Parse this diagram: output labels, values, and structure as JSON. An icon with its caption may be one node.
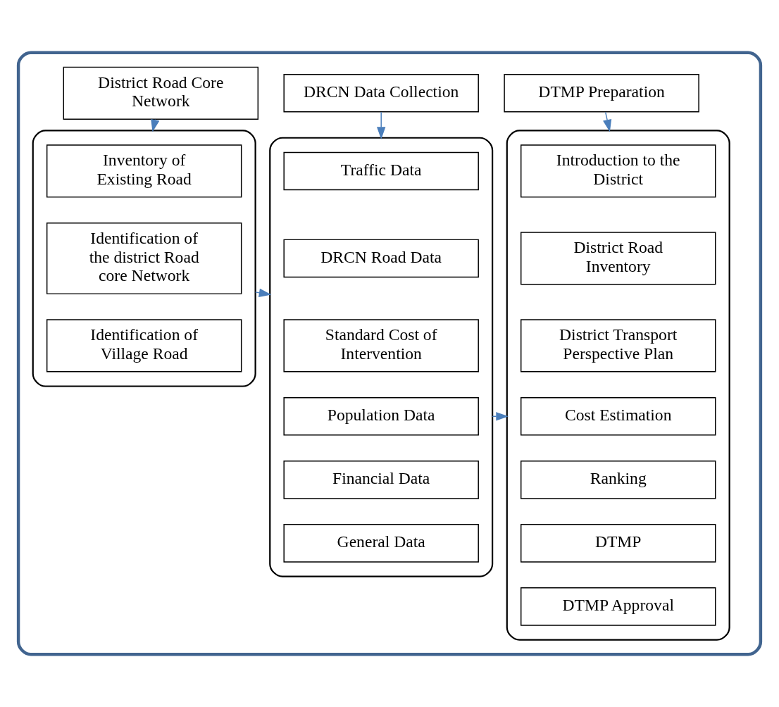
{
  "diagram": {
    "nodes": [
      {
        "text": [],
        "shape": "box"
      },
      {
        "text": [
          "District Road Core Network"
        ],
        "in": 0
      },
      {
        "text": [
          "DRCN Data Collection"
        ],
        "in": 0
      },
      {
        "text": [
          "DTMP Preparation"
        ],
        "in": 0
      },
      {
        "text": [],
        "shape": "box",
        "in": 0
      },
      {
        "text": [
          "Inventory of Existing Road"
        ],
        "in": 4
      },
      {
        "text": [
          "Identification of the district Road core Network"
        ],
        "in": 4
      },
      {
        "text": [
          "Identification of Village Road"
        ],
        "in": 4
      },
      {
        "text": [],
        "shape": "box",
        "in": 0
      },
      {
        "text": [
          "Traffic Data"
        ],
        "in": 8
      },
      {
        "text": [
          "DRCN Road Data"
        ],
        "in": 8
      },
      {
        "text": [
          "Standard Cost of Intervention"
        ],
        "in": 8
      },
      {
        "text": [
          "Population Data"
        ],
        "in": 8
      },
      {
        "text": [
          "Financial Data"
        ],
        "in": 8
      },
      {
        "text": [
          "General Data"
        ],
        "in": 8
      },
      {
        "text": [],
        "shape": "box",
        "in": 0
      },
      {
        "text": [
          "Introduction to the District"
        ],
        "in": 15
      },
      {
        "text": [
          "District Road Inventory"
        ],
        "in": 15
      },
      {
        "text": [
          "District Transport Perspective Plan"
        ],
        "in": 15
      },
      {
        "text": [
          "Cost Estimation"
        ],
        "in": 15
      },
      {
        "text": [
          "Ranking"
        ],
        "in": 15
      },
      {
        "text": [
          "DTMP"
        ],
        "in": 15
      },
      {
        "text": [
          "DTMP Approval"
        ],
        "in": 15
      }
    ],
    "edges": [
      {
        "from": 1,
        "to": 4,
        "arrow": "to"
      },
      {
        "from": 2,
        "to": 8,
        "arrow": "to"
      },
      {
        "from": 3,
        "to": 15,
        "arrow": "to"
      },
      {
        "from": 4,
        "to": 8,
        "arrow": "to"
      },
      {
        "from": 8,
        "to": 15,
        "arrow": "to"
      }
    ]
  }
}
